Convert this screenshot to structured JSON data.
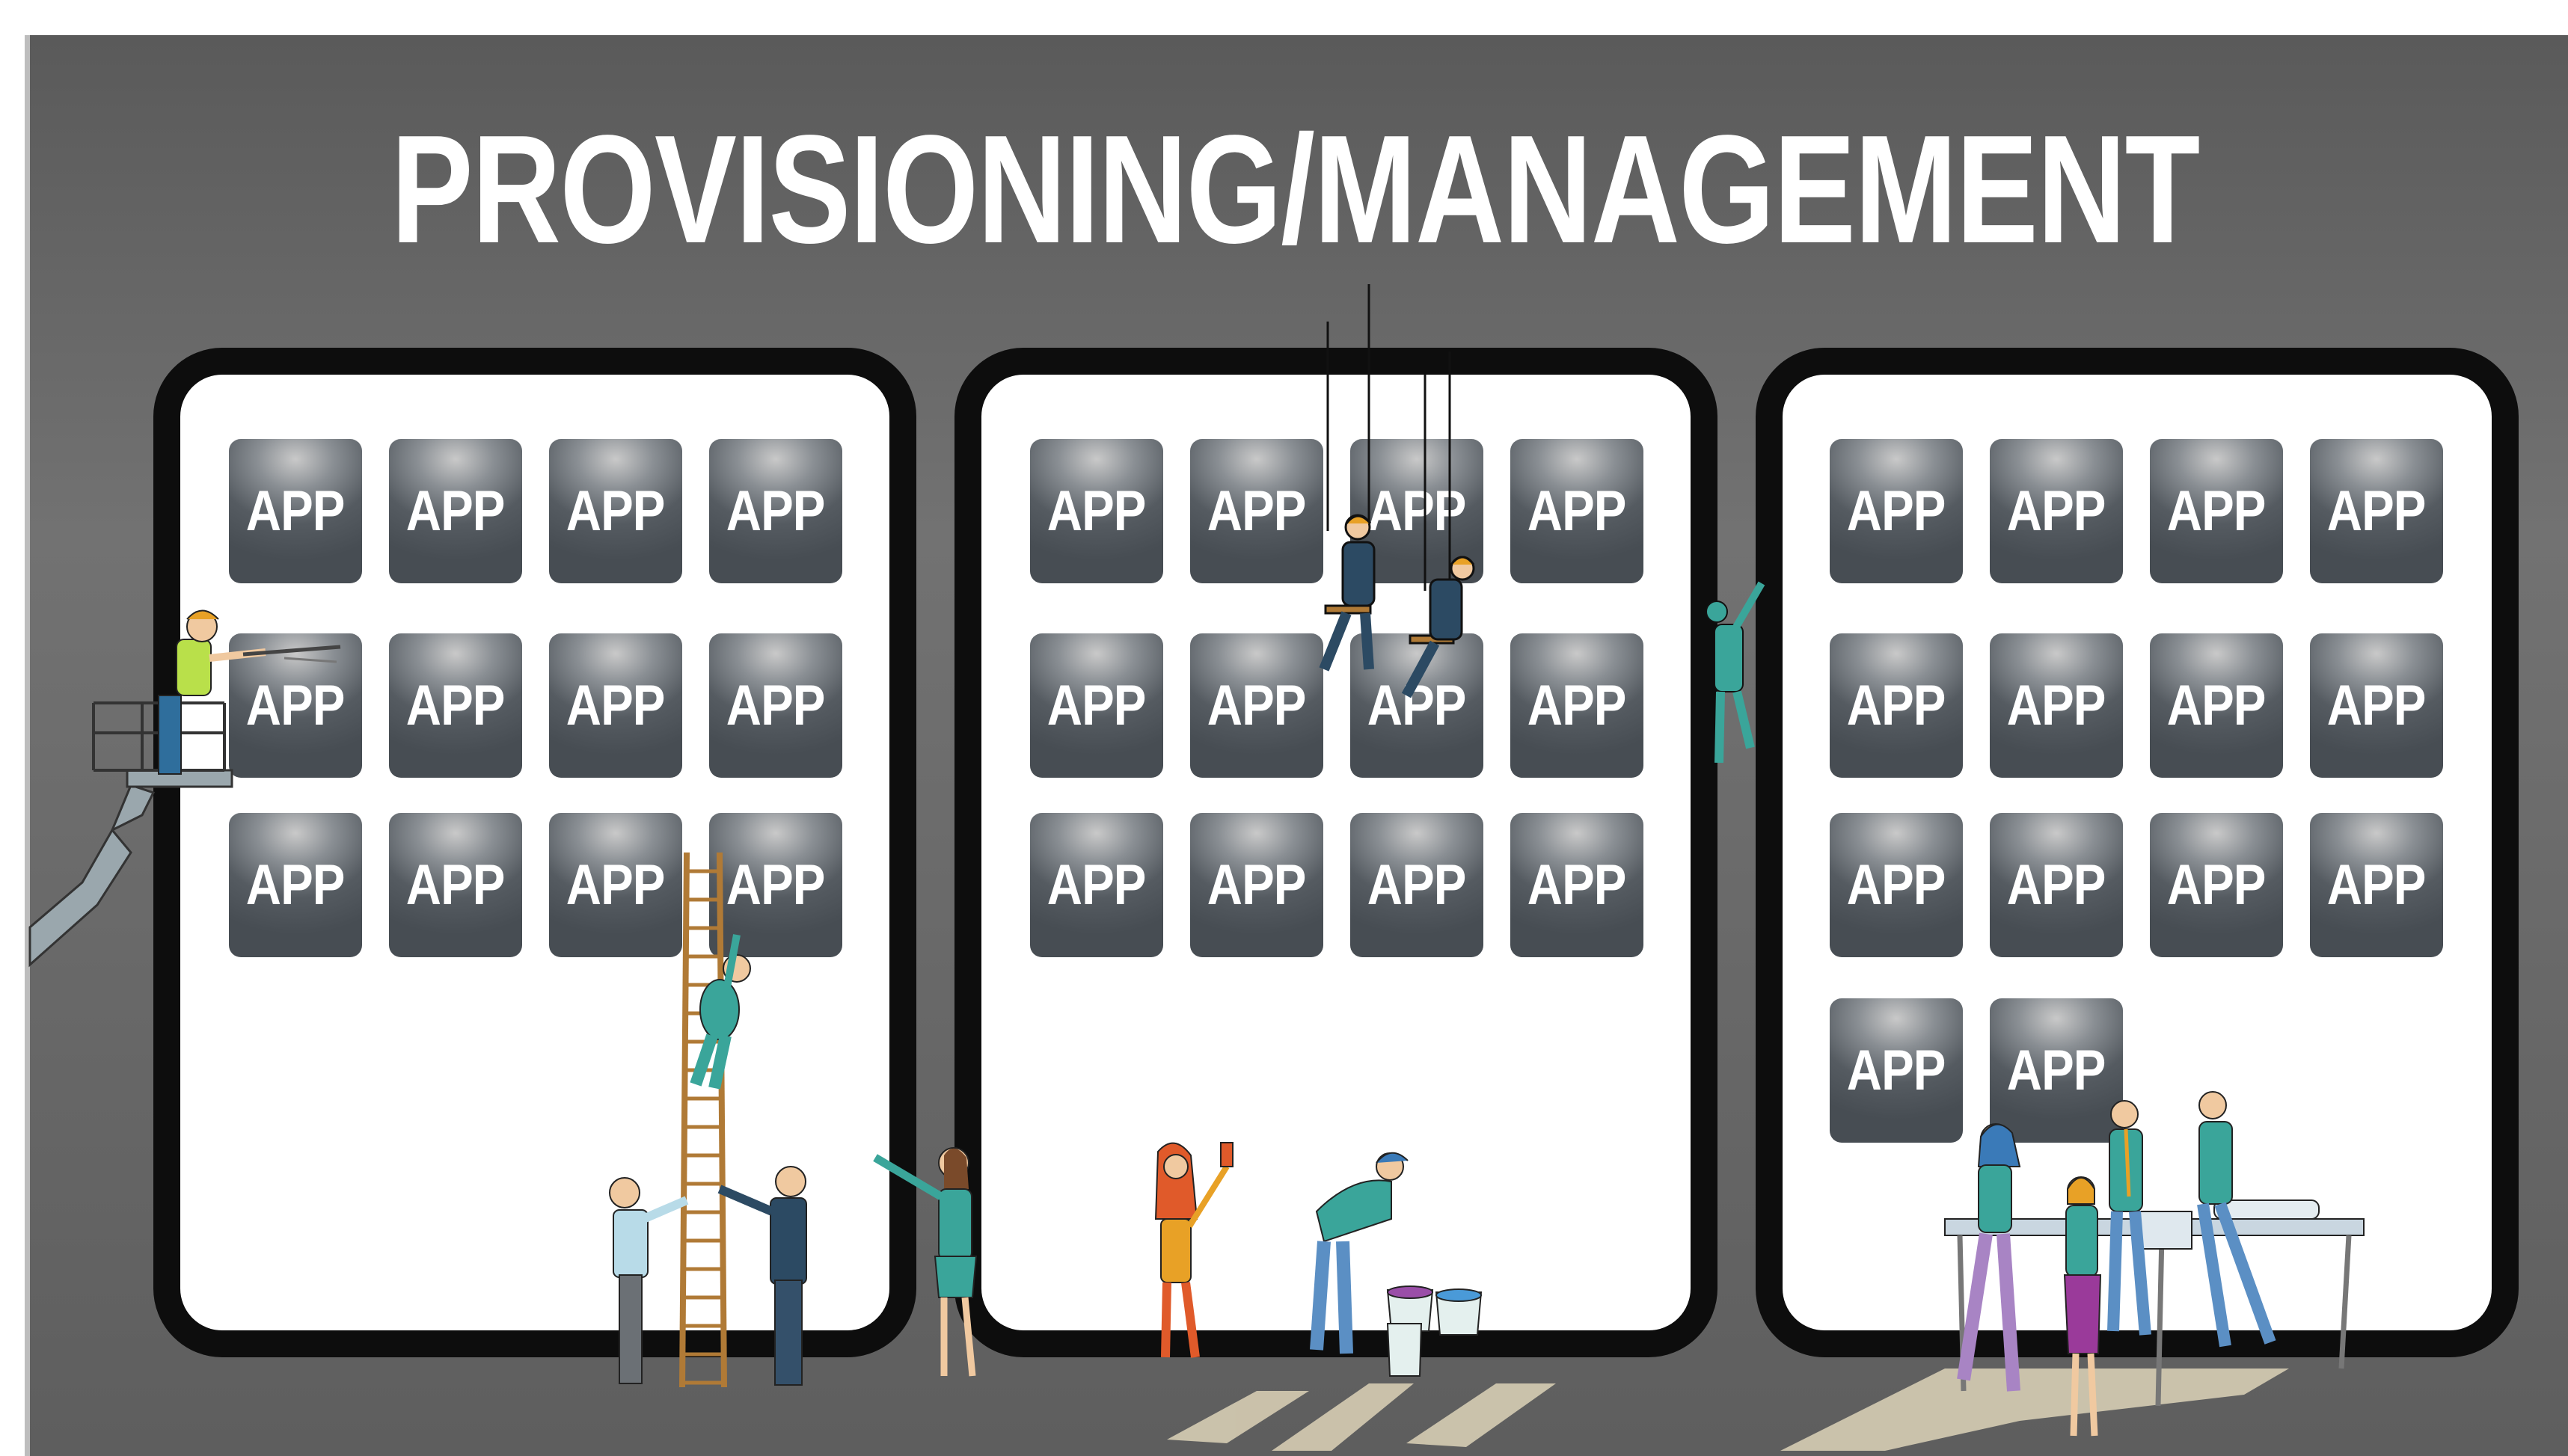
{
  "diagram": {
    "title": "PROVISIONING/MANAGEMENT",
    "panels": [
      {
        "apps": [
          "APP",
          "APP",
          "APP",
          "APP",
          "APP",
          "APP",
          "APP",
          "APP",
          "APP",
          "APP",
          "APP",
          "APP"
        ]
      },
      {
        "apps": [
          "APP",
          "APP",
          "APP",
          "APP",
          "APP",
          "APP",
          "APP",
          "APP",
          "APP",
          "APP",
          "APP",
          "APP"
        ]
      },
      {
        "apps": [
          "APP",
          "APP",
          "APP",
          "APP",
          "APP",
          "APP",
          "APP",
          "APP",
          "APP",
          "APP",
          "APP",
          "APP",
          "APP",
          "APP"
        ]
      }
    ]
  },
  "colors": {
    "background": "#646464",
    "panel_border": "#0d0d0d",
    "panel_fill": "#ffffff",
    "tile_dark": "#474d53",
    "tile_light": "#c9c9c9",
    "teal": "#3aa59a",
    "navy": "#2c4a63",
    "ladder": "#b07a36"
  },
  "illustration": {
    "figures": [
      "worker-on-lift-icon",
      "ladder-climber-icon",
      "rope-workers-icon",
      "wall-climber-icon",
      "painters-icon",
      "team-at-table-icon"
    ]
  }
}
